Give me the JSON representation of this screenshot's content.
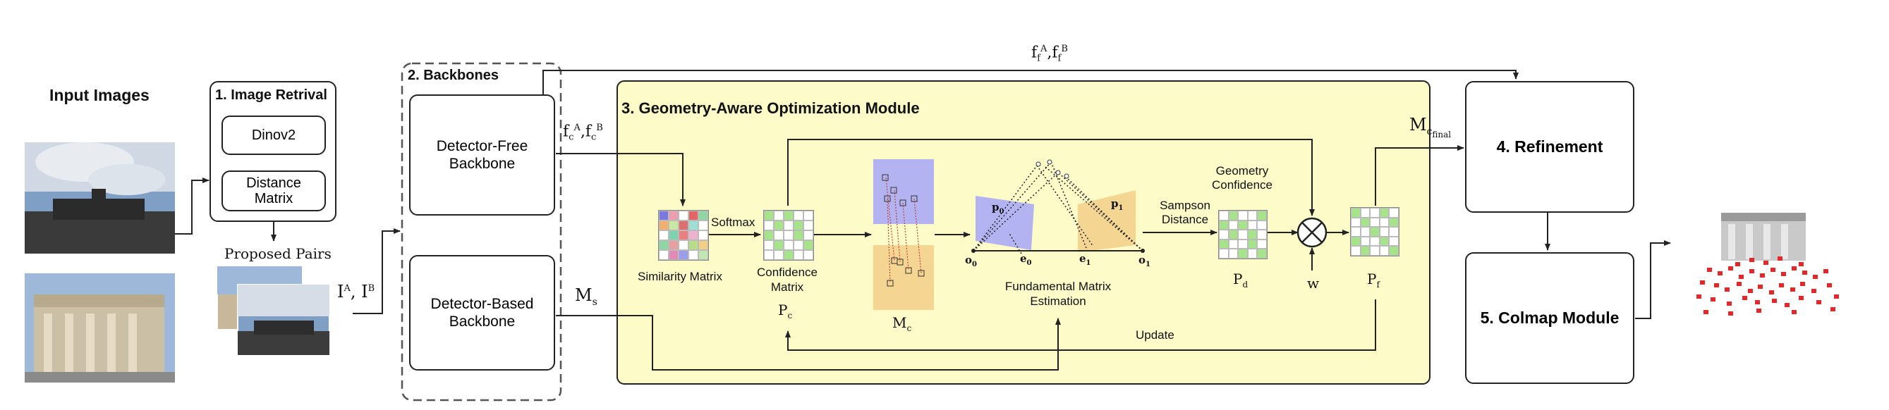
{
  "input_images": {
    "title": "Input Images"
  },
  "retrieval": {
    "title": "1. Image Retrival",
    "dinov2": "Dinov2",
    "distance_matrix": "Distance Matrix",
    "proposed_pairs": "Proposed Pairs",
    "pair_label": "I^A, I^B"
  },
  "backbones": {
    "title": "2. Backbones",
    "detector_free": "Detector-Free Backbone",
    "detector_based": "Detector-Based Backbone",
    "fc_label": "f_c^A, f_c^B",
    "ms_label": "M_s"
  },
  "top_link": {
    "label": "f_f^A, f_f^B"
  },
  "geo_module": {
    "title": "3. Geometry-Aware Optimization Module",
    "similarity_matrix": "Similarity Matrix",
    "softmax": "Softmax",
    "confidence_matrix": "Confidence Matrix",
    "pc": "P_c",
    "mc": "M_c",
    "fundamental": "Fundamental Matrix Estimation",
    "sampson": "Sampson Distance",
    "geometry_confidence": "Geometry Confidence",
    "pd": "P_d",
    "w": "w",
    "pf": "P_f",
    "update": "Update",
    "epi_labels": {
      "o0": "o0",
      "e0": "e0",
      "p0": "p0",
      "e1": "e1",
      "o1": "o1",
      "p1": "p1"
    }
  },
  "mc_final": {
    "label": "M_c final"
  },
  "refinement": {
    "title": "4. Refinement"
  },
  "colmap": {
    "title": "5. Colmap Module"
  },
  "colors": {
    "module_bg": "#fdfbc8",
    "green_cell": "#a6e38a",
    "purple_plane": "#b3b3f1",
    "orange_plane": "#f5d592",
    "red_cells": "#e02a2a"
  }
}
